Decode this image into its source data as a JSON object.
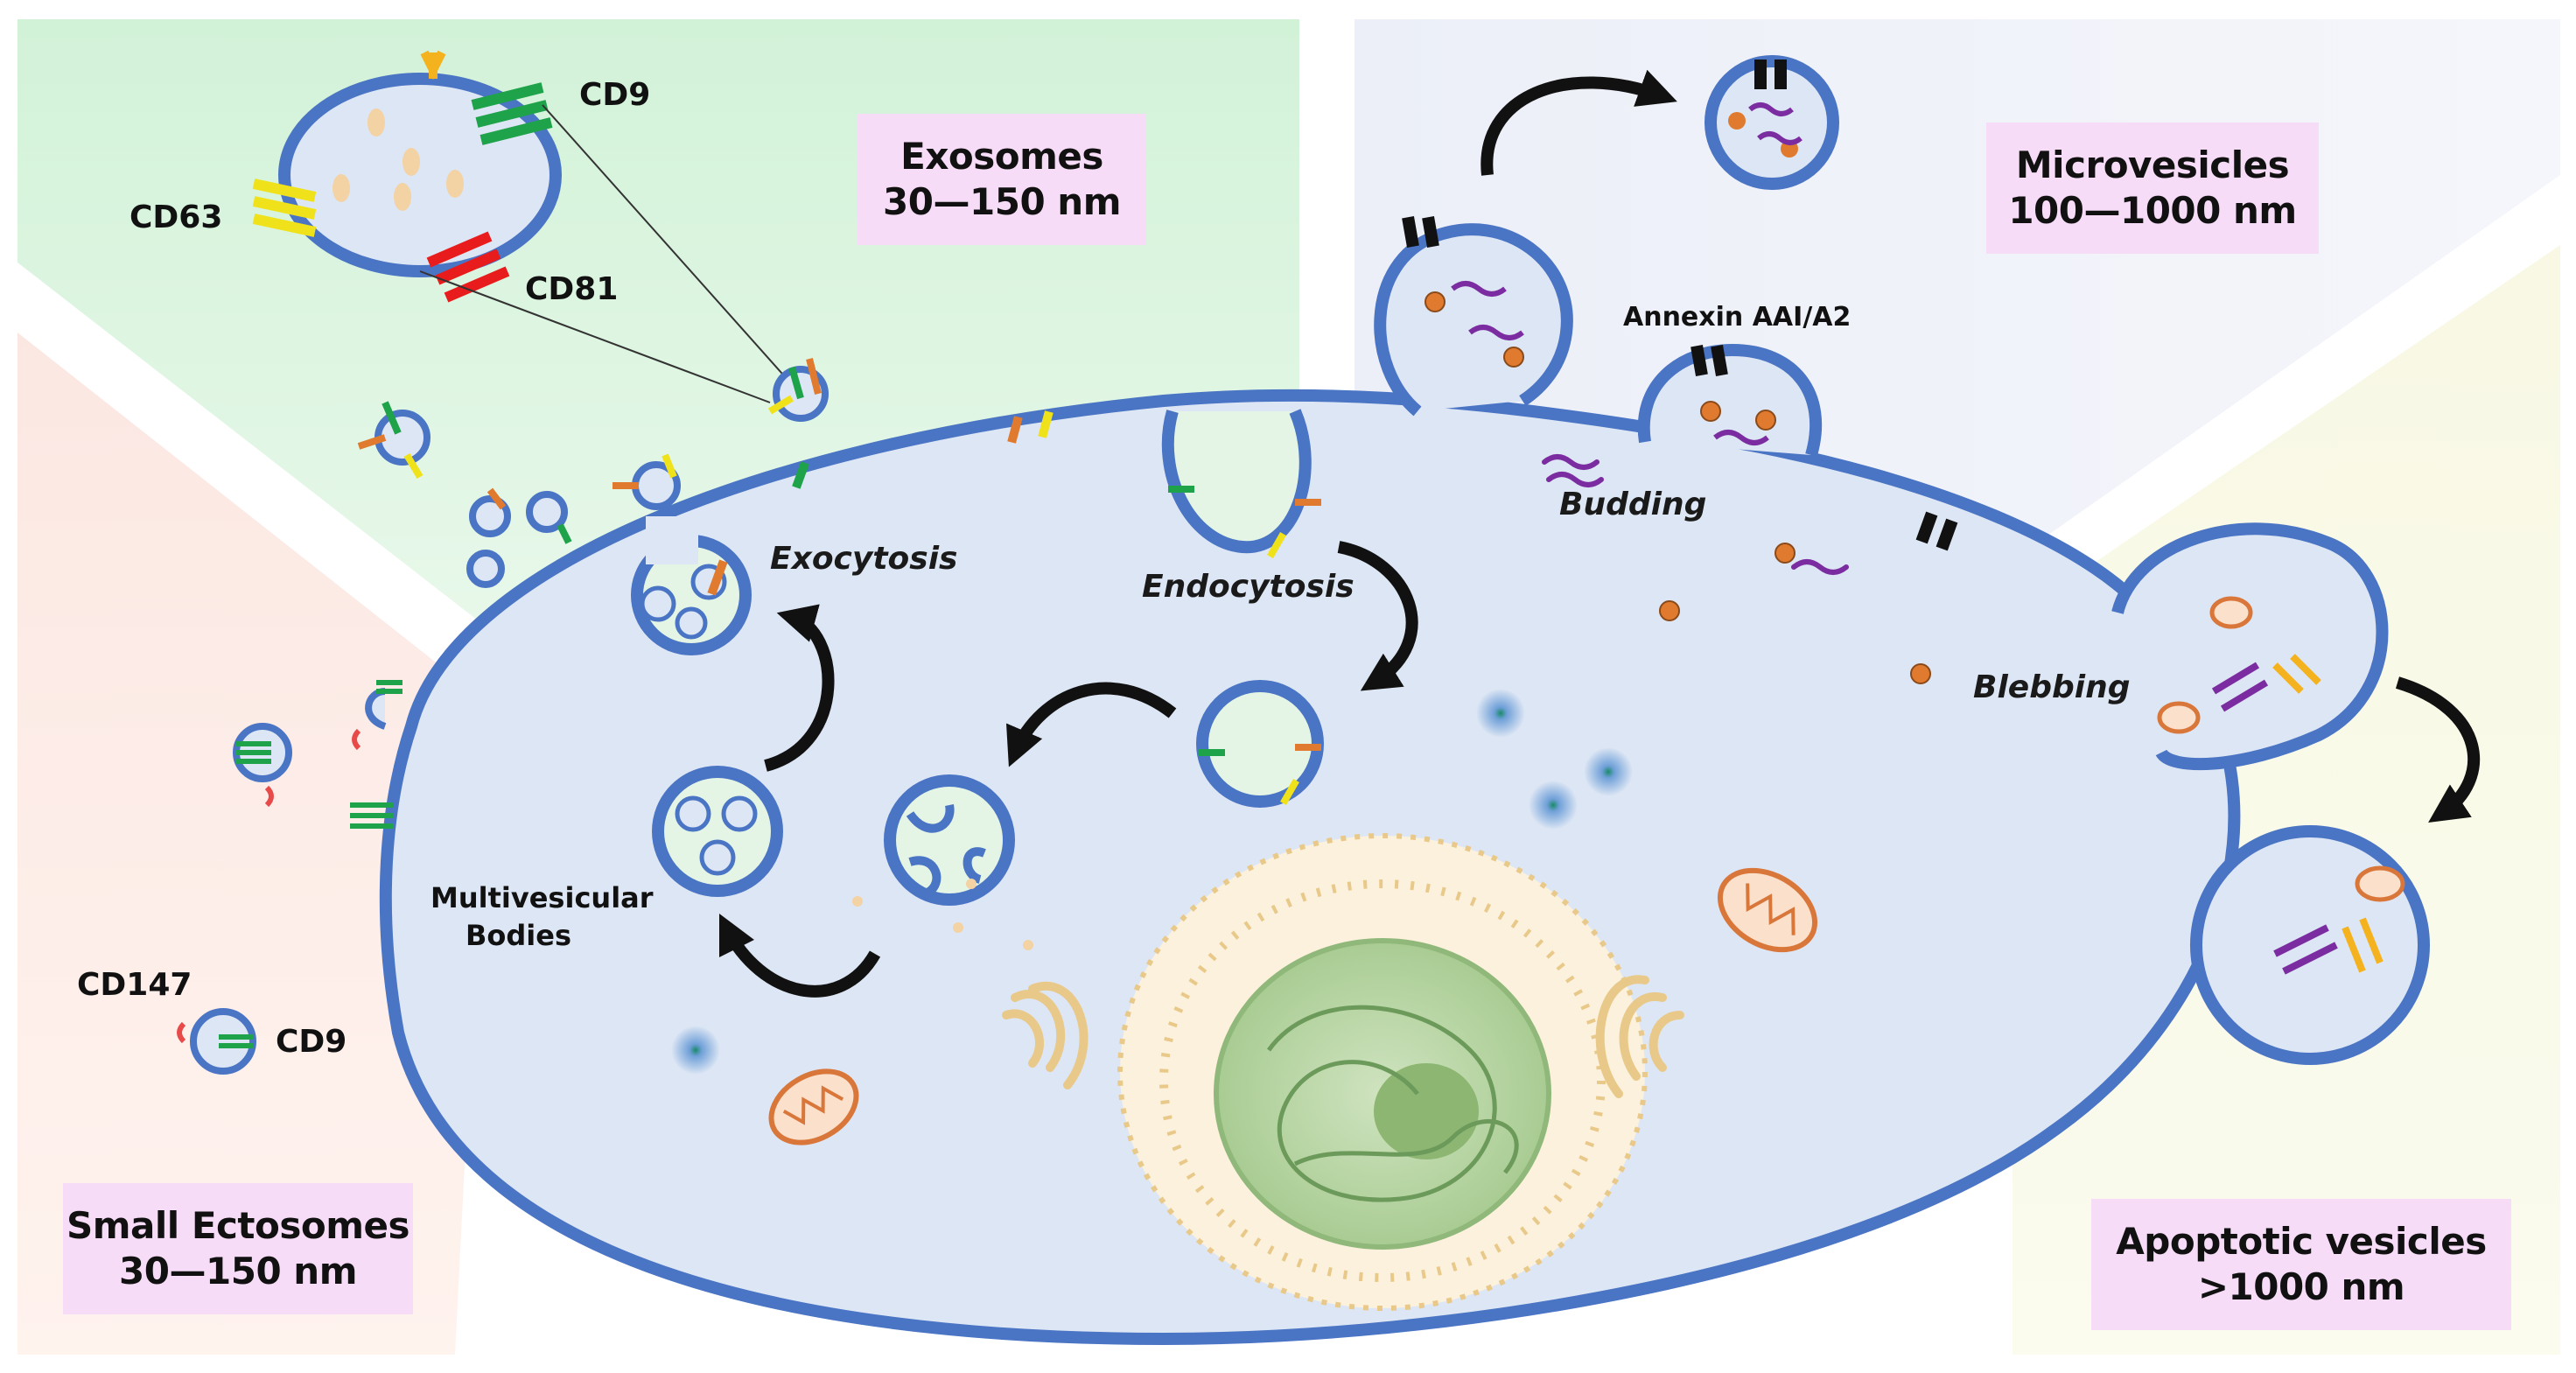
{
  "boxes": {
    "exosomes": {
      "name": "Exosomes",
      "size": "30—150 nm"
    },
    "microvesicles": {
      "name": "Microvesicles",
      "size": "100—1000 nm"
    },
    "ectosomes": {
      "name": "Small Ectosomes",
      "size": "30—150 nm"
    },
    "apoptotic": {
      "name": "Apoptotic vesicles",
      "size": ">1000 nm"
    }
  },
  "markers": {
    "cd9_top": "CD9",
    "cd63": "CD63",
    "cd81": "CD81",
    "cd147": "CD147",
    "cd9_bottom": "CD9",
    "annexin": "Annexin AAI/A2"
  },
  "processes": {
    "exocytosis": "Exocytosis",
    "endocytosis": "Endocytosis",
    "budding": "Budding",
    "blebbing": "Blebbing"
  },
  "structures": {
    "mvb_line1": "Multivesicular",
    "mvb_line2": "Bodies"
  },
  "colors": {
    "membrane": "#4a74c4",
    "cytoplasm": "#dde6f4",
    "cd9": "#1ea24a",
    "cd63": "#f0e21a",
    "cd81": "#e81c1c",
    "cd147": "#e84a4a",
    "lipid_particle": "#e07a2e",
    "rna": "#7a2ca0",
    "mitochondria": "#d9763a",
    "nucleus": "#bcd9a8",
    "golgi": "#e9c98a"
  }
}
